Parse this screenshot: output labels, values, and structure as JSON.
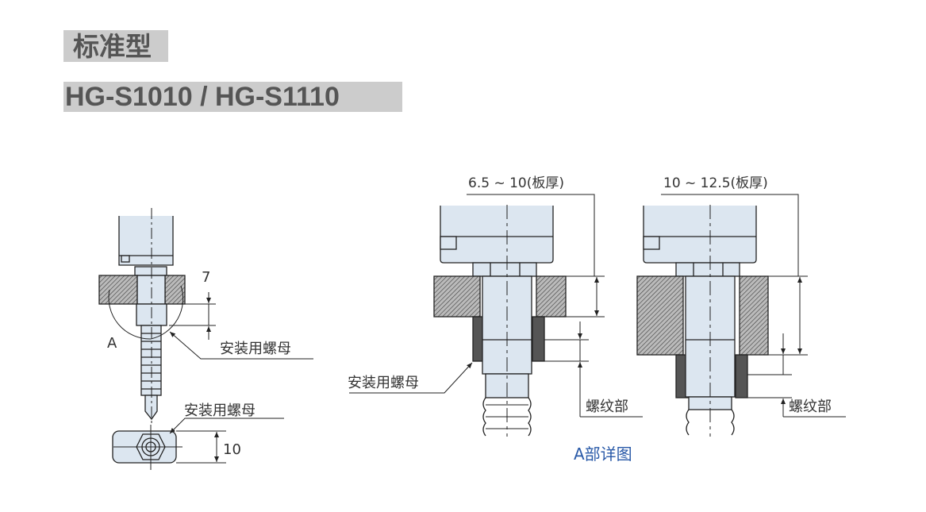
{
  "header": {
    "type_title": "标准型",
    "model_title": "HG-S1010 / HG-S1110"
  },
  "left_figure": {
    "dim_top": "7",
    "detail_marker": "A",
    "nut_label_1": "安装用螺母",
    "nut_label_2": "安装用螺母",
    "dim_bottom": "10"
  },
  "detail_a": {
    "thickness_left": "6.5 ~ 10(板厚)",
    "thickness_right": "10 ~ 12.5(板厚)",
    "nut_label": "安装用螺母",
    "thread_label_left": "螺纹部",
    "thread_label_right": "螺纹部",
    "caption": "A部详图"
  },
  "colors": {
    "part_fill": "#dce6f0",
    "caption": "#2a5aa8",
    "title_bar": "#cccccc"
  }
}
